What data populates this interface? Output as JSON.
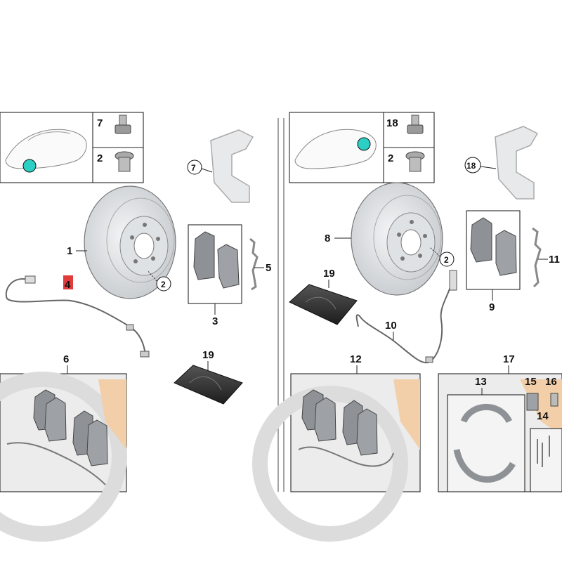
{
  "diagram": {
    "left": {
      "table": {
        "row1_num": "7",
        "row2_num": "2"
      },
      "labels": {
        "rotor": "1",
        "rotor_bolt": "2",
        "sensor": "4",
        "pad_clip": "5",
        "pad_set": "3",
        "kit": "6",
        "caliper_carrier": "7",
        "grease": "19"
      }
    },
    "right": {
      "table": {
        "row1_num": "18",
        "row2_num": "2"
      },
      "labels": {
        "rotor": "8",
        "rotor_bolt": "2",
        "grease": "19",
        "sensor": "10",
        "pad_clip": "11",
        "pad_set": "9",
        "kit": "12",
        "shoe_kit": "17",
        "shoes": "13",
        "hardware": "14",
        "part15": "15",
        "part16": "16",
        "caliper_carrier": "18"
      }
    },
    "colors": {
      "marker": "#2ccfc4",
      "highlight": "#e23b3b",
      "watermark": "#f2cfa8",
      "part_gray": "#c9cdd1",
      "pad_gray": "#8e9296",
      "dark": "#2c2c2c"
    }
  }
}
